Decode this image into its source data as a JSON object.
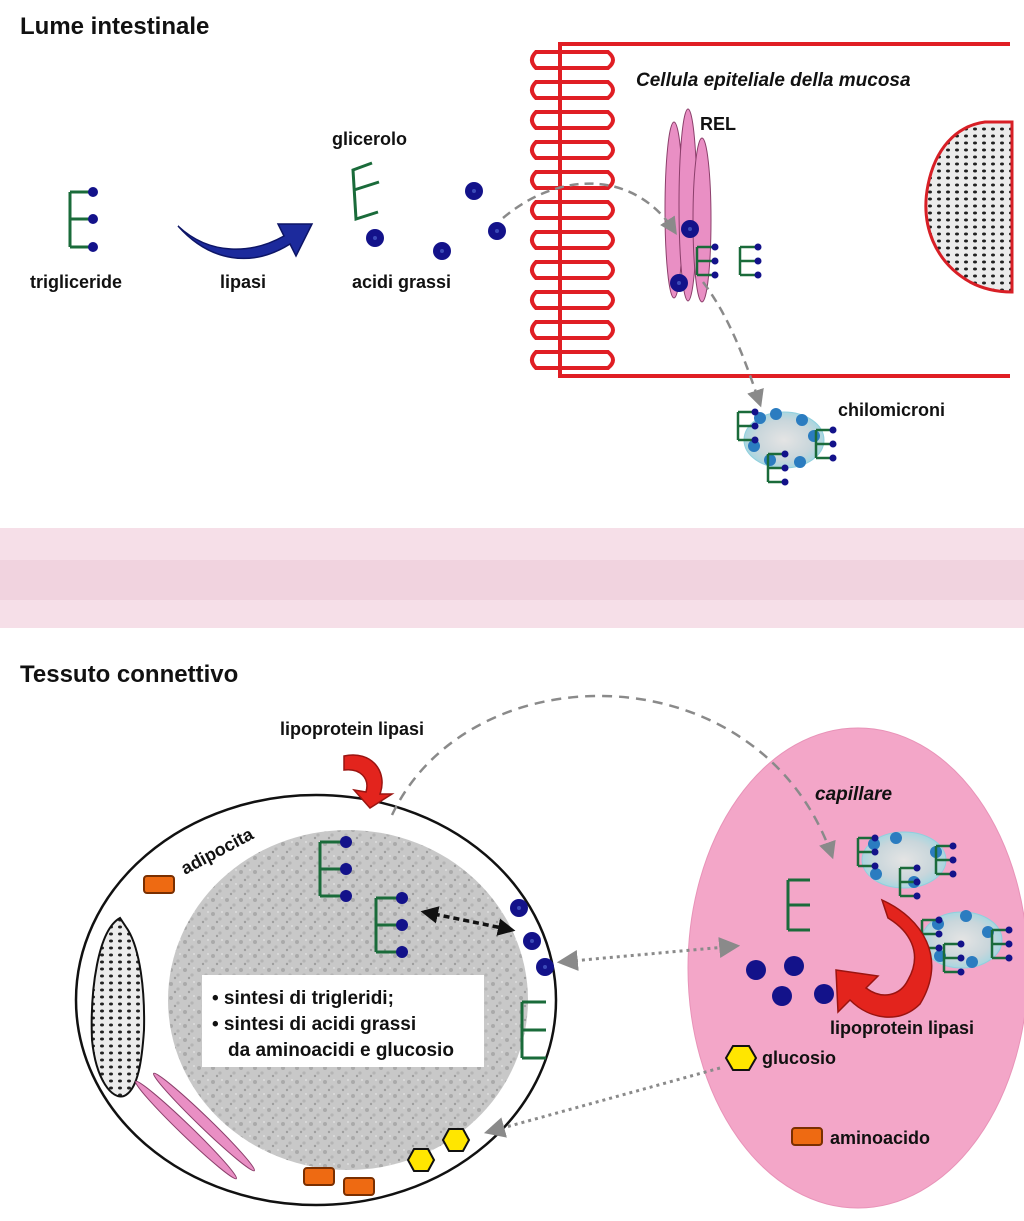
{
  "top": {
    "title": "Lume intestinale",
    "cell_label": "Cellula epiteliale della mucosa",
    "rel_label": "REL",
    "glycerol_label": "glicerolo",
    "triglyceride_label": "trigliceride",
    "lipase_label": "lipasi",
    "fatty_acids_label": "acidi grassi",
    "chylomicron_label": "chilomicroni"
  },
  "bottom": {
    "title": "Tessuto connettivo",
    "lpl_top_label": "lipoprotein lipasi",
    "adipocyte_label": "adipocita",
    "capillary_label": "capillare",
    "lpl_right_label": "lipoprotein lipasi",
    "glucose_label": "glucosio",
    "amino_acid_label": "aminoacido",
    "synthesis_items": [
      "• sintesi di trigleridi;",
      "• sintesi di acidi grassi",
      "da aminoacidi e glucosio"
    ]
  },
  "colors": {
    "membrane": "#e01e24",
    "glycerol": "#1a6b3a",
    "fatty_acid": "#13128a",
    "reticulum": "#e98fc4",
    "capillary": "#f3a6c8",
    "lipase": "#1c2a9c",
    "lpl_arrow": "#e3241d",
    "glucose": "#ffe600",
    "amino_acid": "#ee6a12",
    "arrow_gray": "#888888"
  }
}
